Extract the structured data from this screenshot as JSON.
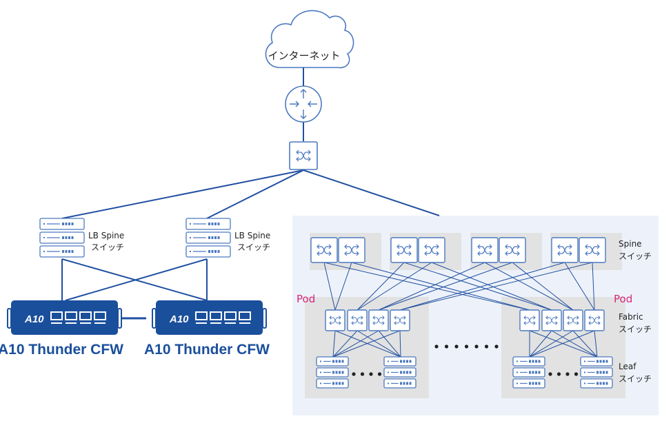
{
  "colors": {
    "line": "#1f4fa0",
    "icon_stroke": "#4a78bf",
    "icon_fill": "#ffffff",
    "panel_bg": "#edf2fa",
    "group_bg": "#e2e2e2",
    "appliance": "#1a4f9c",
    "pod_label": "#d6267a",
    "text": "#222222"
  },
  "internet": {
    "label": "インターネット"
  },
  "lb_spine": [
    {
      "label_line1": "LB Spine",
      "label_line2": "スイッチ"
    },
    {
      "label_line1": "LB Spine",
      "label_line2": "スイッチ"
    }
  ],
  "appliances": [
    {
      "logo": "A10",
      "label": "A10 Thunder CFW"
    },
    {
      "logo": "A10",
      "label": "A10 Thunder CFW"
    }
  ],
  "fabric": {
    "spine_label_line1": "Spine",
    "spine_label_line2": "スイッチ",
    "fabric_label_line1": "Fabric",
    "fabric_label_line2": "スイッチ",
    "leaf_label_line1": "Leaf",
    "leaf_label_line2": "スイッチ",
    "pods": [
      {
        "label": "Pod"
      },
      {
        "label": "Pod"
      }
    ],
    "spine_groups": 4,
    "switches_per_spine_group": 2,
    "fabric_switches_per_pod": 4,
    "ellipsis_between_pods": "・・・・・・・",
    "ellipsis_leaf": "・・・・"
  }
}
